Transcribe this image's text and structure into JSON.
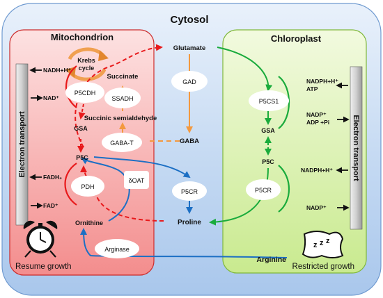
{
  "labels": {
    "cytosol": "Cytosol",
    "mitochondrion": "Mitochondrion",
    "chloroplast": "Chloroplast",
    "krebs_line1": "Krebs",
    "krebs_line2": "cycle",
    "glutamate": "Glutamate",
    "succinate": "Succinate",
    "gad": "GAD",
    "ssadh": "SSADH",
    "p5cdh": "P5CDH",
    "succinic_semialdehyde": "Succinic semialdehyde",
    "gaba_t": "GABA-T",
    "gaba": "GABA",
    "gsa_mito": "GSA",
    "p5c_mito": "P5C",
    "pdh": "PDH",
    "doat": "δOAT",
    "p5cr_cyto": "P5CR",
    "proline": "Proline",
    "ornithine": "Ornithine",
    "arginase": "Arginase",
    "arginine": "Arginine",
    "resume_growth": "Resume growth",
    "restricted_growth": "Restricted growth",
    "p5cs1": "P5CS1",
    "gsa_chl": "GSA",
    "p5c_chl": "P5C",
    "p5cr_chl": "P5CR",
    "et_left": "Electron transport",
    "et_right": "Electron transport"
  },
  "cofactors_left": {
    "nadh": "NADH+H⁺",
    "nad": "NAD⁺",
    "fadh2": "FADH₂",
    "fad": "FAD⁺"
  },
  "cofactors_right": {
    "nadph_atp_1": "NADPH+H⁺",
    "nadph_atp_2": "ATP",
    "nadp_adp_1": "NADP⁺",
    "nadp_adp_2": "ADP +Pi",
    "nadph": "NADPH+H⁺",
    "nadp": "NADP⁺"
  },
  "colors": {
    "red_path": "#e8191b",
    "green_path": "#1aab3c",
    "blue_path": "#1c6fc4",
    "orange_path": "#f3993f",
    "mito_fill": "#f5a3a3",
    "chloro_fill": "#d7f0a8",
    "cytosol_fill": "#bcd6f3"
  },
  "icons": [
    "alarm-clock-icon",
    "sleeping-pillow-icon"
  ]
}
